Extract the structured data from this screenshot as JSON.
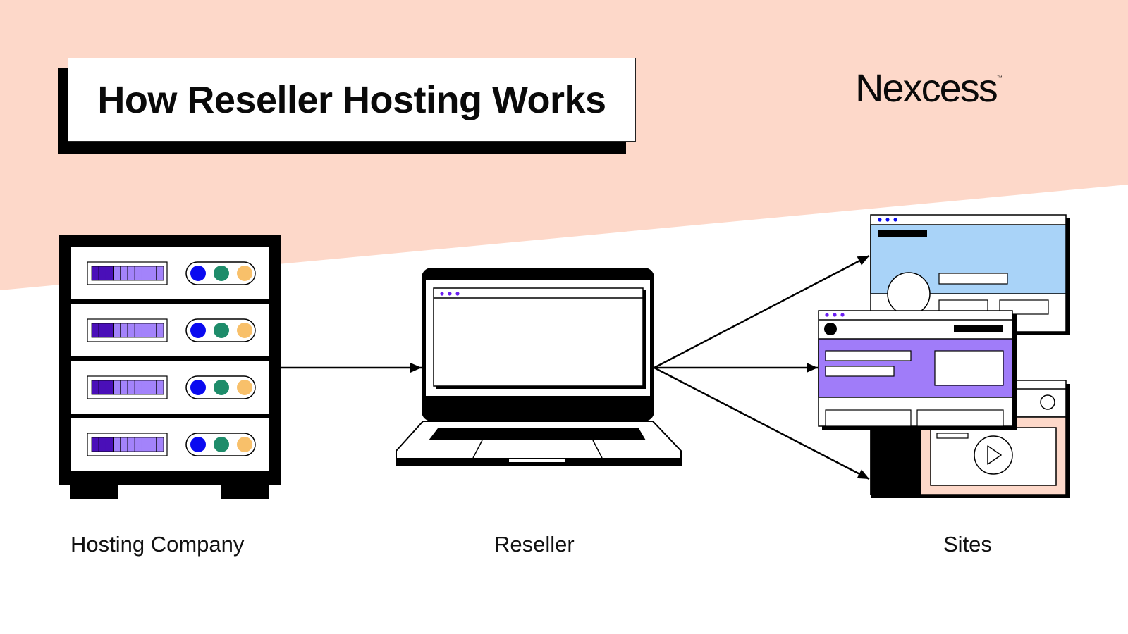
{
  "title": "How Reseller Hosting Works",
  "brand": {
    "name": "Nexcess",
    "trademark": "™"
  },
  "colors": {
    "background_peach": "#fdd8c9",
    "purple_dark": "#4a0fb8",
    "purple_light": "#a383fb",
    "site_blue": "#a9d3f8",
    "site_purple": "#a07cf9",
    "led_blue": "#0a0af0",
    "led_green": "#1e8c6a",
    "led_yellow": "#f8c06a",
    "dot_purple": "#6a1ef0"
  },
  "nodes": [
    {
      "id": "hosting-company",
      "label": "Hosting Company",
      "icon": "server-rack-icon"
    },
    {
      "id": "reseller",
      "label": "Reseller",
      "icon": "laptop-icon"
    },
    {
      "id": "sites",
      "label": "Sites",
      "icon": "browser-windows-icon"
    }
  ],
  "server": {
    "units": 4,
    "bar_segments": 10,
    "bar_filled_dark": 3,
    "leds": [
      "blue",
      "green",
      "yellow"
    ]
  },
  "edges": [
    {
      "from": "hosting-company",
      "to": "reseller"
    },
    {
      "from": "reseller",
      "to": "sites",
      "branches": 3
    }
  ]
}
